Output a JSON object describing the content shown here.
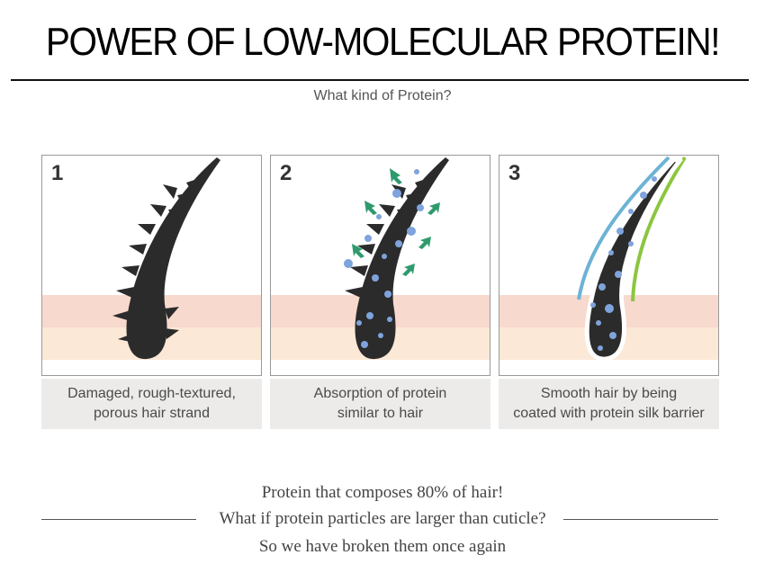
{
  "header": {
    "title": "POWER OF LOW-MOLECULAR PROTEIN!",
    "subtitle": "What kind of Protein?"
  },
  "panels": [
    {
      "number": "1",
      "caption_lines": [
        "Damaged, rough-textured,",
        "porous hair strand"
      ]
    },
    {
      "number": "2",
      "caption_lines": [
        "Absorption of protein",
        "similar to hair"
      ]
    },
    {
      "number": "3",
      "caption_lines": [
        "Smooth hair by being",
        "coated with protein silk barrier"
      ]
    }
  ],
  "footer": {
    "line1": "Protein that composes 80% of hair!",
    "line2": "What if protein particles are larger than cuticle?",
    "line3": "So we have broken them once again"
  },
  "colors": {
    "skin_band_top": "#f8d9cd",
    "skin_band_bottom": "#fbe8d6",
    "hair": "#2b2b2b",
    "particle": "#7fa3dc",
    "arrow": "#2e9a6e",
    "barrier_blue": "#6cb3d6",
    "barrier_green": "#8cc63f"
  }
}
